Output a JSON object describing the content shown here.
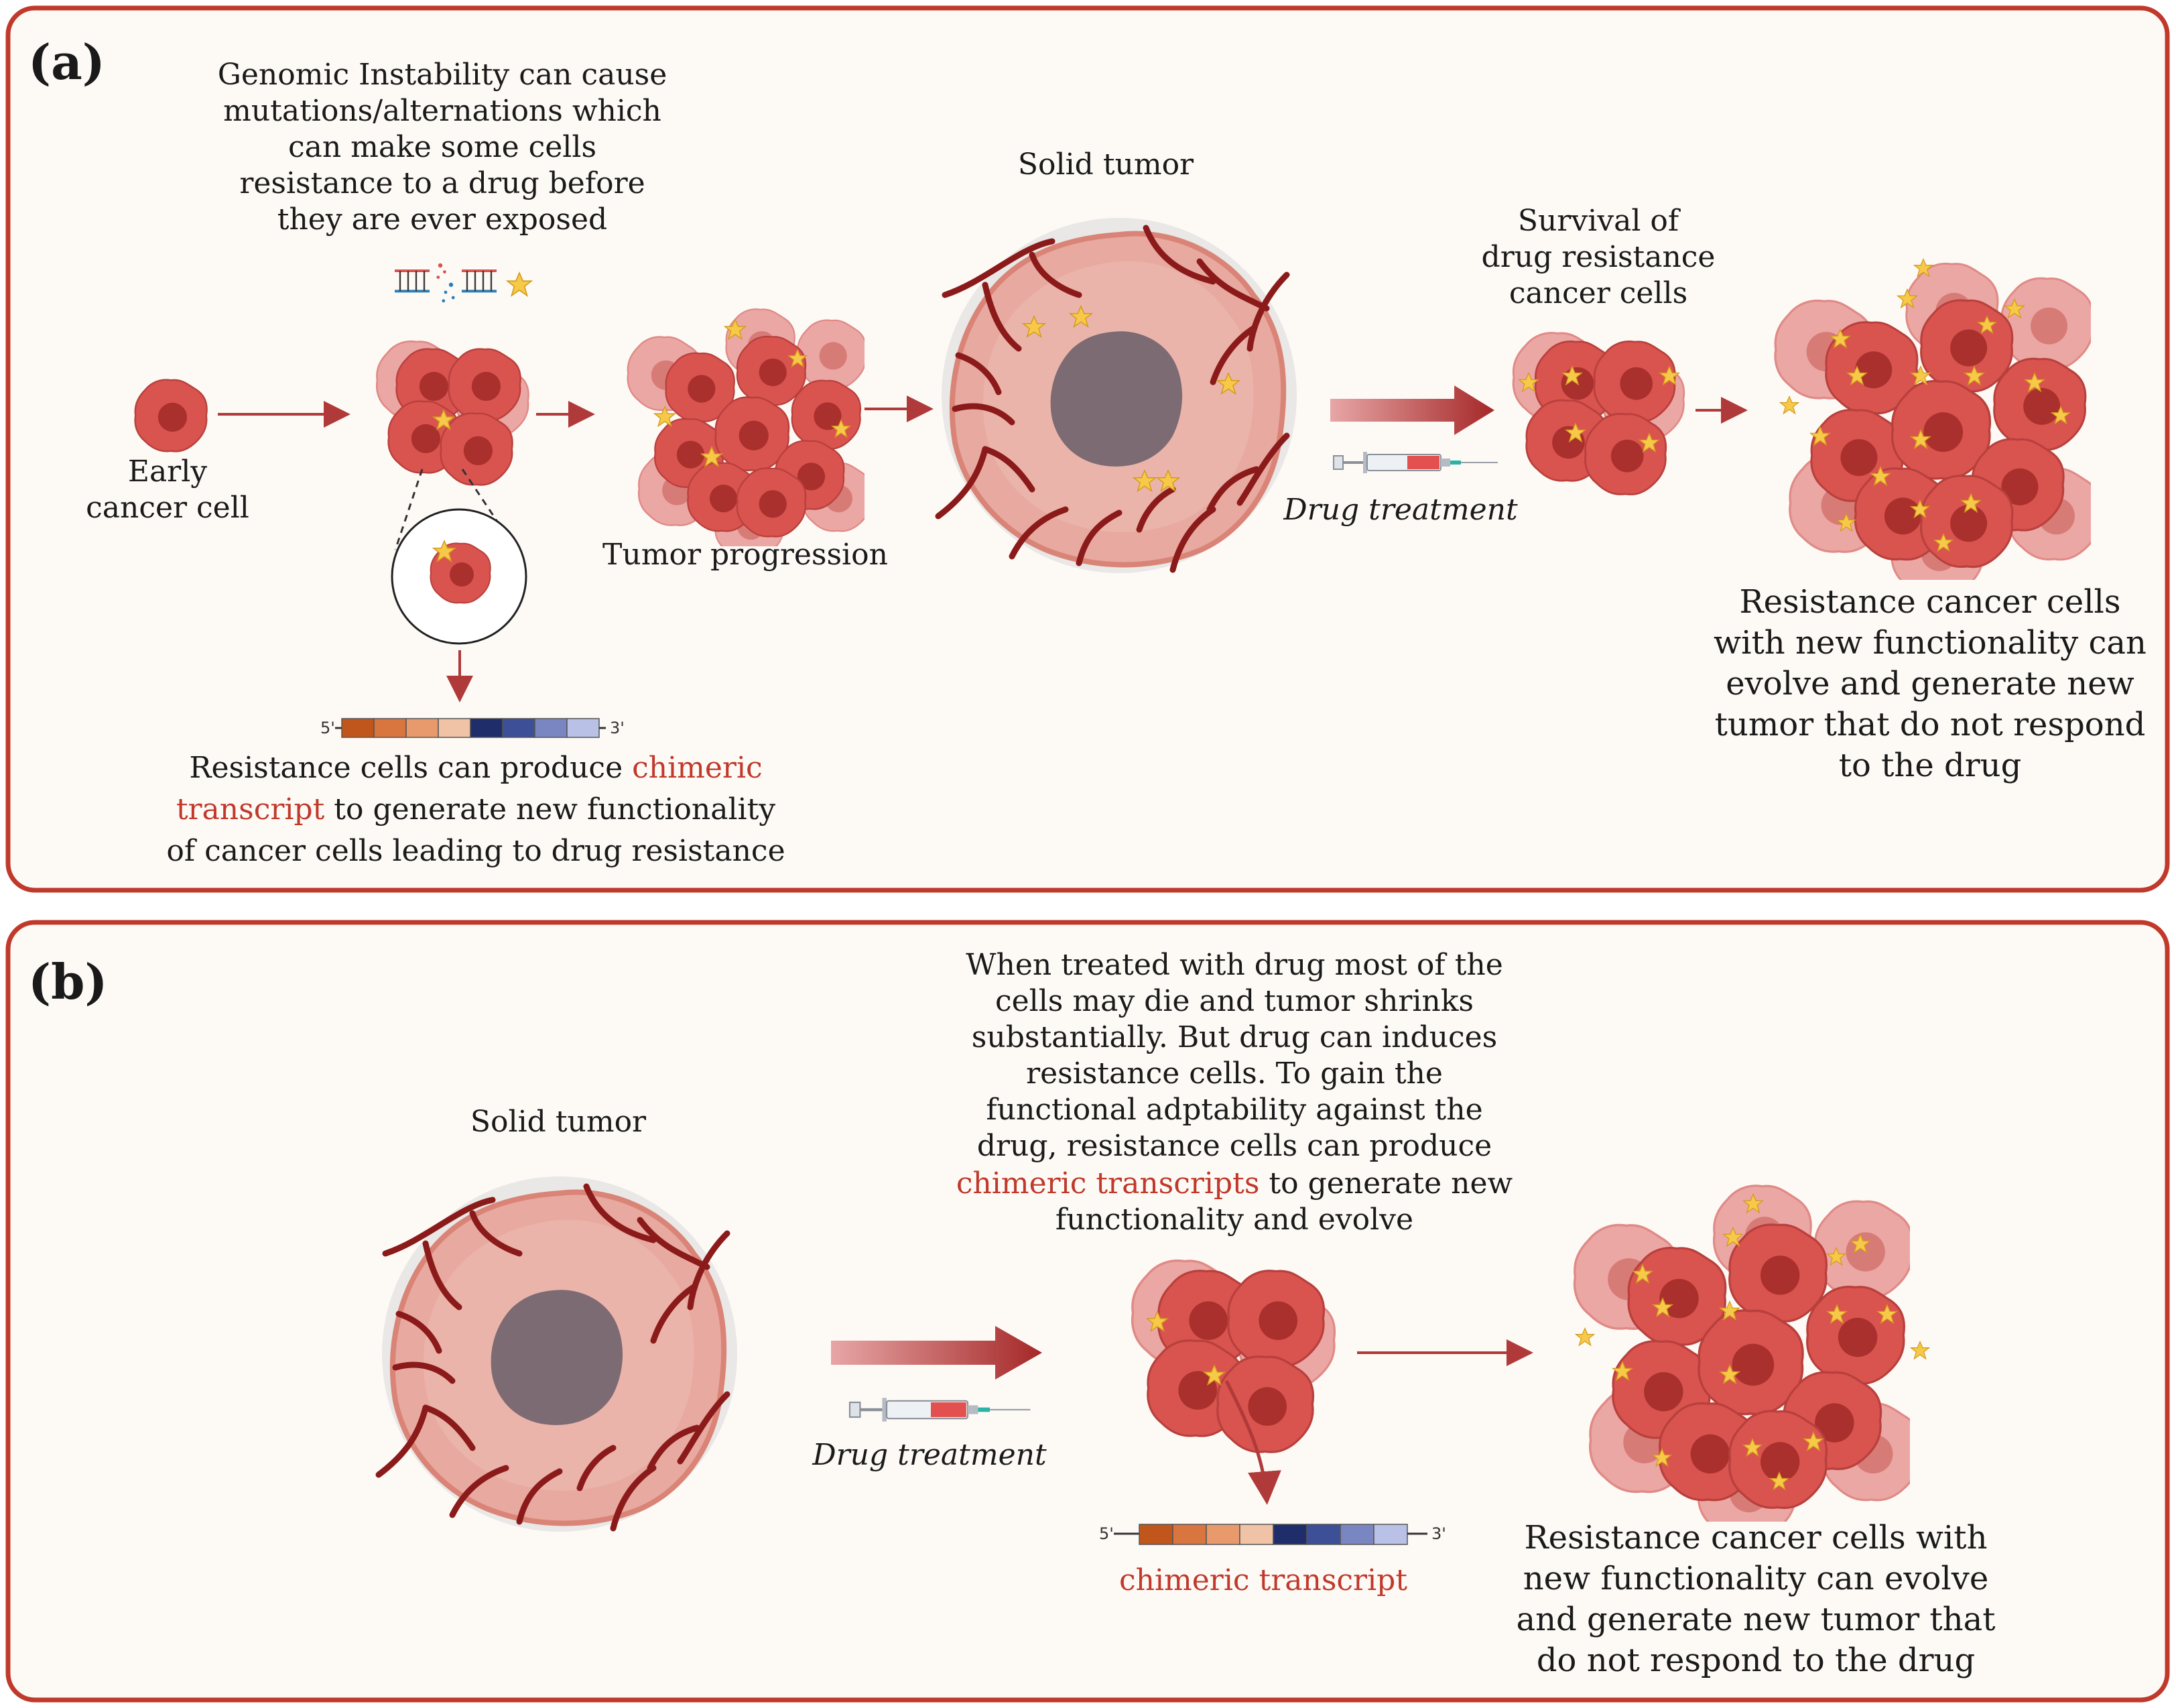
{
  "panels": {
    "a": {
      "letter": "(a)",
      "genomic_text": [
        "Genomic Instability can cause",
        "mutations/alternations which",
        "can make some cells",
        "resistance to a drug before",
        "they are ever exposed"
      ],
      "early_cell": [
        "Early",
        "cancer cell"
      ],
      "tumor_progression": "Tumor progression",
      "solid_tumor": "Solid tumor",
      "survival_text": [
        "Survival of",
        "drug resistance",
        "cancer cells"
      ],
      "drug_treatment": "Drug treatment",
      "transcript_5": "5'",
      "transcript_3": "3'",
      "resistance_produce": {
        "l1_pre": "Resistance cells can produce ",
        "l1_red": "chimeric",
        "l2_red": "transcript",
        "l2_post": " to generate new functionality",
        "l3": "of cancer cells leading to drug resistance"
      },
      "evolve_text": [
        "Resistance cancer cells",
        "with new functionality can",
        "evolve and generate new",
        "tumor that do not respond",
        "to the drug"
      ]
    },
    "b": {
      "letter": "(b)",
      "solid_tumor": "Solid tumor",
      "drug_treatment": "Drug treatment",
      "when_text": [
        "When treated with drug most of the",
        "cells may die and tumor shrinks",
        "substantially. But drug can induces",
        "resistance cells. To gain the",
        "functional adptability against the",
        "drug, resistance cells can produce"
      ],
      "when_red": "chimeric transcripts",
      "when_post": " to generate new",
      "when_last": "functionality and evolve",
      "transcript_5": "5'",
      "transcript_3": "3'",
      "chimeric_label": "chimeric transcript",
      "evolve_text": [
        "Resistance cancer cells with",
        "new functionality can evolve",
        "and generate new tumor that",
        "do not respond to the drug"
      ]
    }
  },
  "colors": {
    "panel_border": "#c0392b",
    "panel_bg": "#fdfaf6",
    "cell": "#d9534f",
    "nucleus": "#a9302d",
    "tumor_outer": "#e8a9a0",
    "tumor_core": "#7d6b73",
    "vessel": "#8b1a1a",
    "star": "#f7c948",
    "arrow": "#b03a3a",
    "segments": [
      "#c0561b",
      "#d9753e",
      "#e89a6d",
      "#f0c3a6",
      "#1f2d6b",
      "#3d4f96",
      "#7a86c2",
      "#b9c1e6"
    ]
  }
}
